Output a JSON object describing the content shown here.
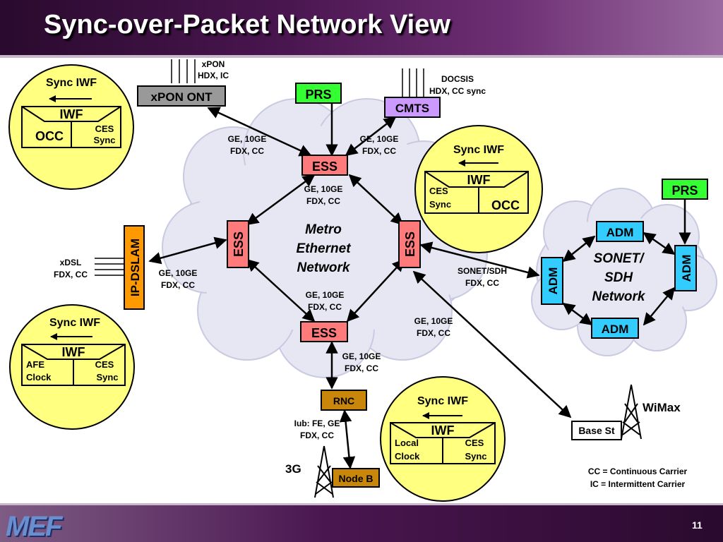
{
  "title": "Sync-over-Packet Network View",
  "page_number": "11",
  "logo": "MEF",
  "colors": {
    "header": "#4a1650",
    "prs": "#33ff33",
    "ess": "#ff7a7a",
    "adm": "#33ccff",
    "cmts": "#cc99ff",
    "xpon_ont": "#999999",
    "ip_dslam": "#ff9900",
    "rnc": "#c8860b",
    "iwf_circle": "#ffff80"
  },
  "nodes": {
    "prs_top": "PRS",
    "prs_right": "PRS",
    "ess_top": "ESS",
    "ess_left": "ESS",
    "ess_right": "ESS",
    "ess_bottom": "ESS",
    "xpon_ont": "xPON ONT",
    "cmts": "CMTS",
    "ip_dslam": "IP-DSLAM",
    "rnc": "RNC",
    "node_b": "Node B",
    "base_st": "Base St",
    "adm_top": "ADM",
    "adm_left": "ADM",
    "adm_right": "ADM",
    "adm_bottom": "ADM"
  },
  "clouds": {
    "metro": [
      "Metro",
      "Ethernet",
      "Network"
    ],
    "sonet": [
      "SONET/",
      "SDH",
      "Network"
    ]
  },
  "labels": {
    "xpon": [
      "xPON",
      "HDX, IC"
    ],
    "docsis": [
      "DOCSIS",
      "HDX, CC sync"
    ],
    "ge_left_top": [
      "GE, 10GE",
      "FDX, CC"
    ],
    "ge_right_top": [
      "GE, 10GE",
      "FDX, CC"
    ],
    "ge_ess_top": [
      "GE, 10GE",
      "FDX, CC"
    ],
    "xdsl": [
      "xDSL",
      "FDX, CC"
    ],
    "ge_dslam": [
      "GE, 10GE",
      "FDX, CC"
    ],
    "ge_center_bottom": [
      "GE, 10GE",
      "FDX, CC"
    ],
    "sonet_sdh": [
      "SONET/SDH",
      "FDX, CC"
    ],
    "ge_base": [
      "GE, 10GE",
      "FDX, CC"
    ],
    "ge_rnc": [
      "GE, 10GE",
      "FDX, CC"
    ],
    "iub": [
      "Iub: FE, GE",
      "FDX, CC"
    ],
    "three_g": "3G",
    "wimax": "WiMax"
  },
  "legend": [
    "CC = Continuous Carrier",
    "IC = Intermittent Carrier"
  ],
  "iwf_circles": [
    {
      "title": "Sync IWF",
      "iwf": "IWF",
      "left": "OCC",
      "right": [
        "CES",
        "Sync"
      ]
    },
    {
      "title": "Sync IWF",
      "iwf": "IWF",
      "left": [
        "CES",
        "Sync"
      ],
      "right": "OCC"
    },
    {
      "title": "Sync IWF",
      "iwf": "IWF",
      "left": [
        "AFE",
        "Clock"
      ],
      "right": [
        "CES",
        "Sync"
      ]
    },
    {
      "title": "Sync IWF",
      "iwf": "IWF",
      "left": [
        "Local",
        "Clock"
      ],
      "right": [
        "CES",
        "Sync"
      ]
    }
  ]
}
